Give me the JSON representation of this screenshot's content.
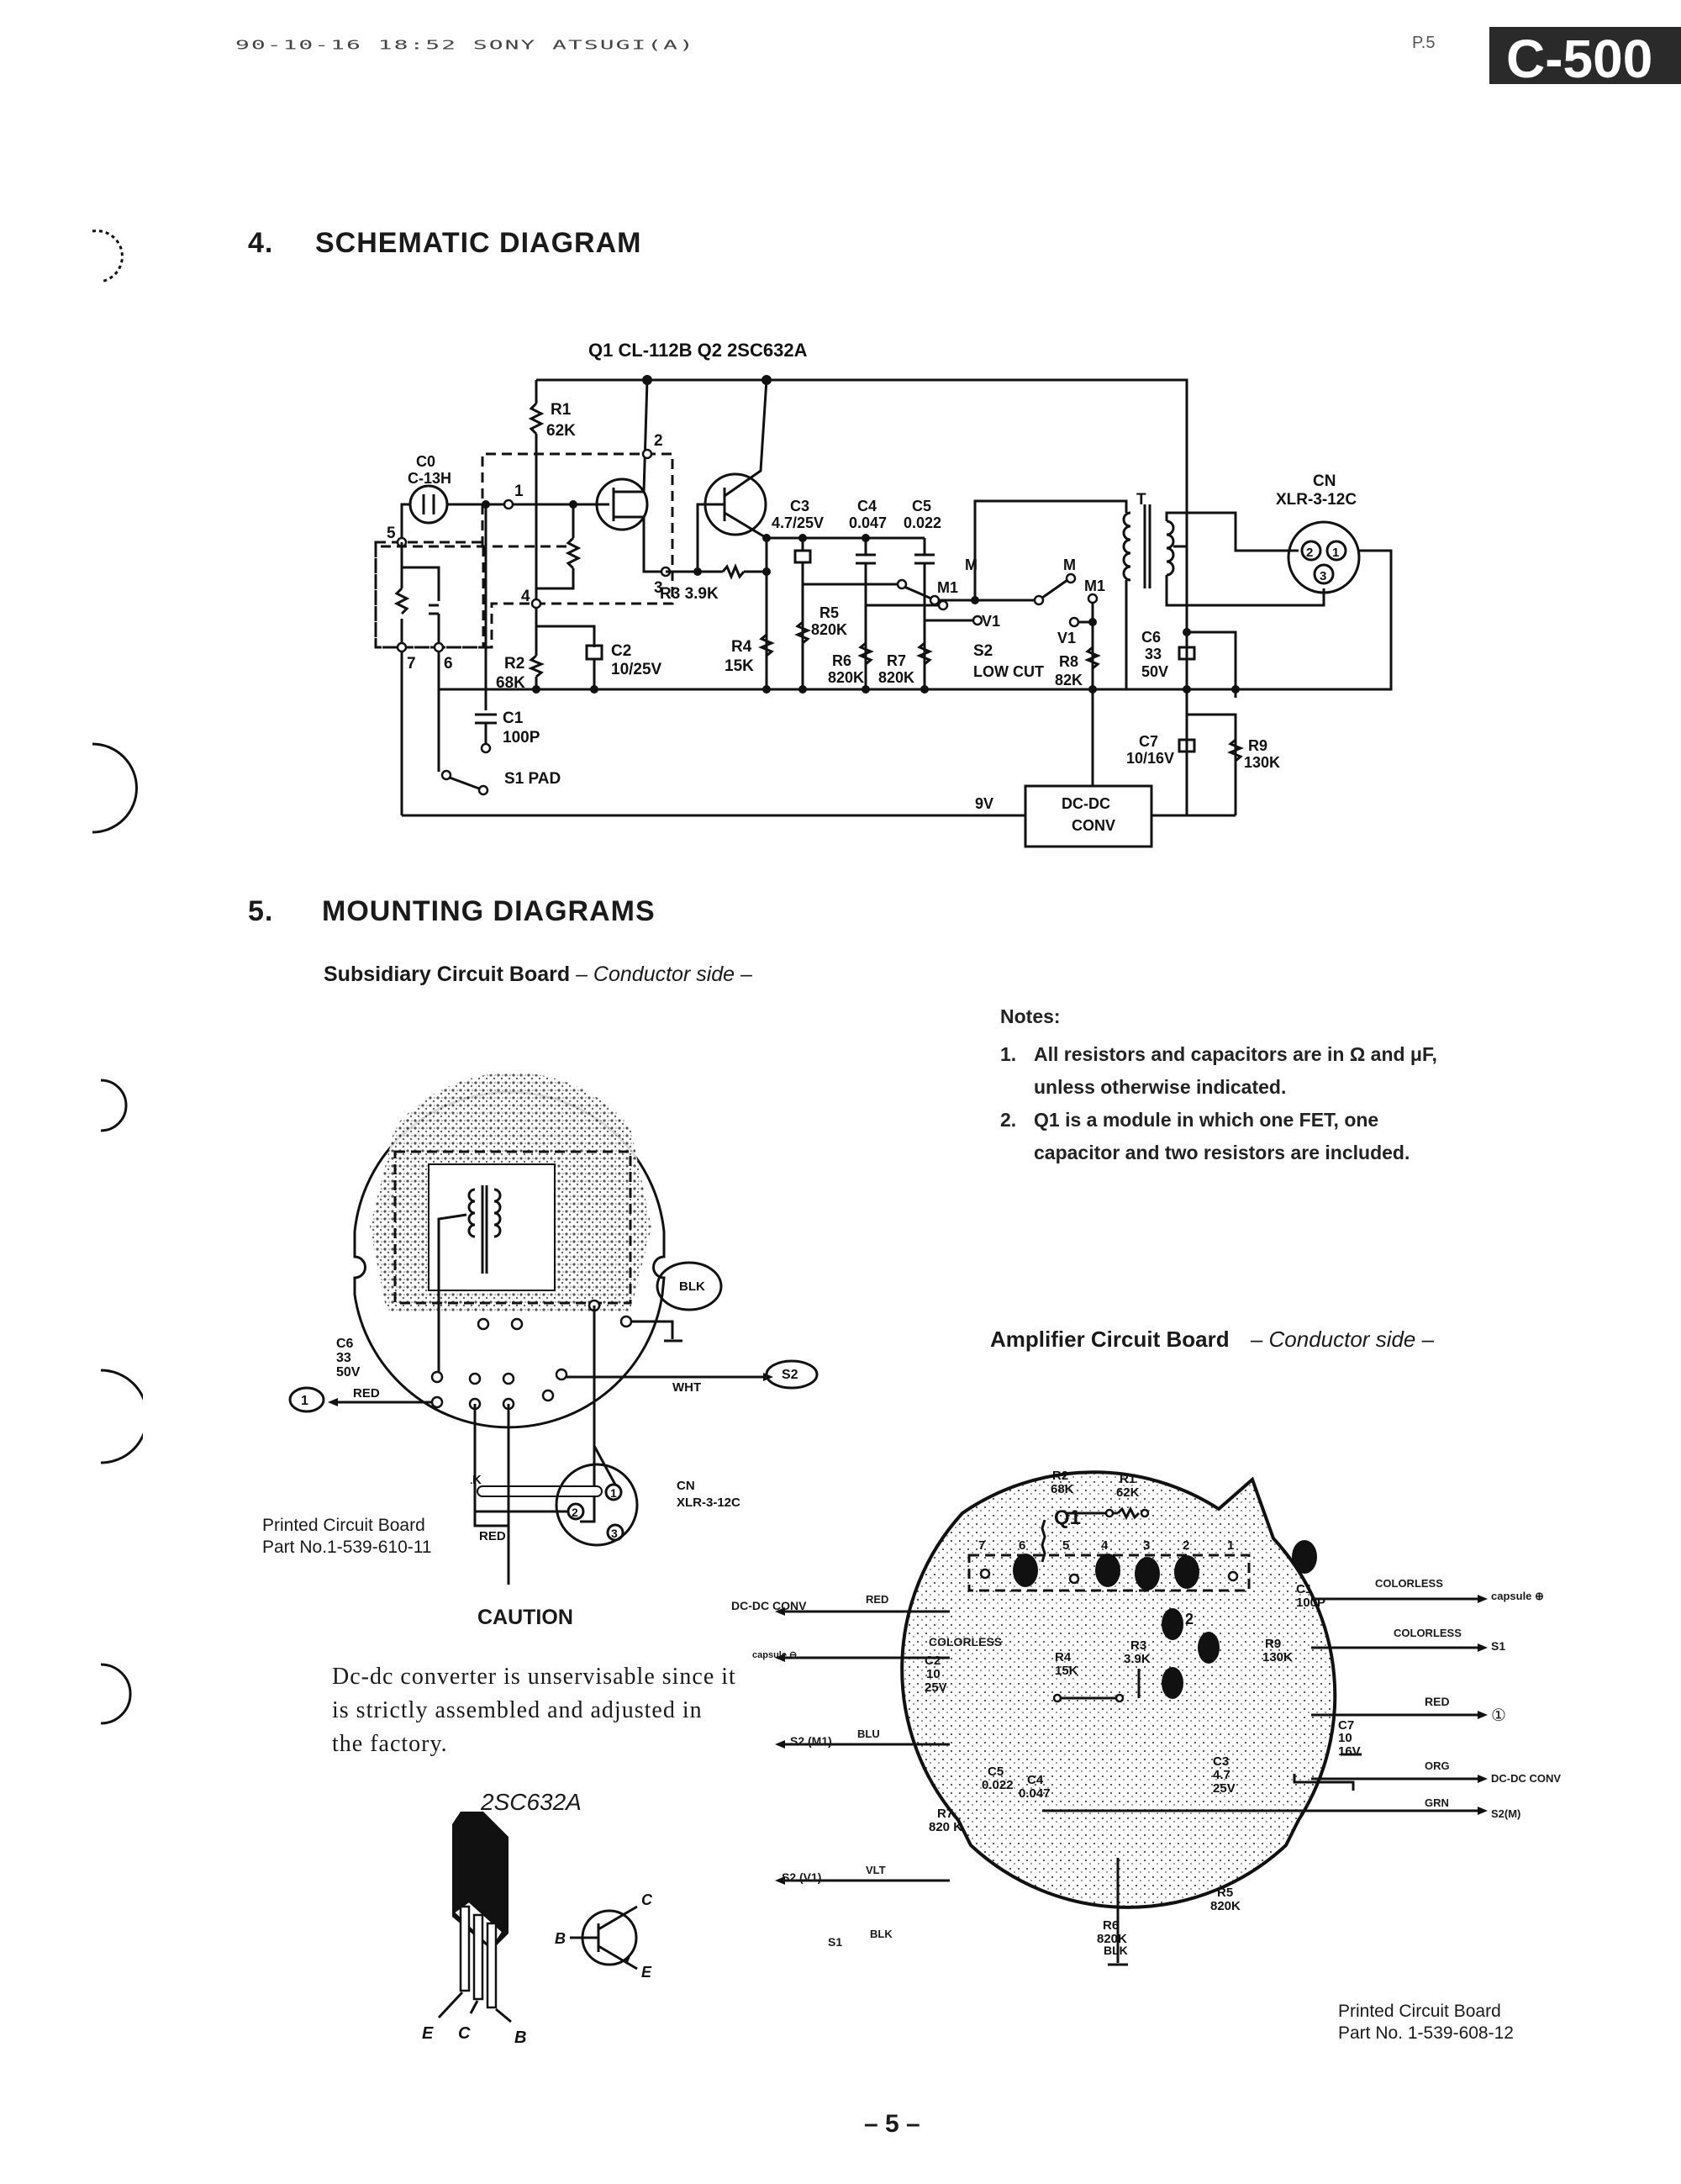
{
  "header": {
    "fax_line": "90-10-16 18:52 SONY ATSUGI(A)",
    "page_ref": "P.5",
    "model_tab": "C-500"
  },
  "schematic": {
    "section_number": "4.",
    "section_title": "SCHEMATIC DIAGRAM",
    "transistor_note": "Q1 CL-112B  Q2 2SC632A",
    "labels": {
      "c0": "C0",
      "c0_val": "C-13H",
      "r1": "R1",
      "r1_val": "62K",
      "r2": "R2",
      "r2_val": "68K",
      "r3": "R3 3.9K",
      "r4": "R4",
      "r4_val": "15K",
      "r5": "R5",
      "r5_val": "820K",
      "r6": "R6",
      "r6_val": "820K",
      "r7": "R7",
      "r7_val": "820K",
      "r8": "R8",
      "r8_val": "82K",
      "r9": "R9",
      "r9_val": "130K",
      "c1": "C1",
      "c1_val": "100P",
      "c2": "C2",
      "c2_val": "10/25V",
      "c3": "C3",
      "c3_val": "4.7/25V",
      "c4": "C4",
      "c4_val": "0.047",
      "c5": "C5",
      "c5_val": "0.022",
      "c6": "C6",
      "c6_val": "33",
      "c6_v": "50V",
      "c7": "C7",
      "c7_val": "10/16V",
      "s1": "S1 PAD",
      "s2": "S2",
      "s2_name": "LOW CUT",
      "sw_m": "M",
      "sw_m1": "M1",
      "sw_v1": "V1",
      "transformer": "T",
      "cn": "CN",
      "cn_part": "XLR-3-12C",
      "nine_v": "9V",
      "dcdc1": "DC-DC",
      "dcdc2": "CONV",
      "pins": [
        "1",
        "2",
        "3",
        "4",
        "5",
        "6",
        "7"
      ],
      "xlr_pins": [
        "1",
        "2",
        "3"
      ]
    }
  },
  "mounting": {
    "section_number": "5.",
    "section_title": "MOUNTING DIAGRAMS",
    "subsidiary": {
      "title": "Subsidiary Circuit Board",
      "subtitle": "– Conductor side –",
      "labels": {
        "c6": "C6",
        "c6_val": "33",
        "c6_v": "50V",
        "red": "RED",
        "blk": "BLK",
        "wht": "WHT",
        "s2": "S2",
        "pin1": "1",
        "blk2": "BLK",
        "red2": "RED",
        "cn": "CN",
        "cn_part": "XLR-3-12C",
        "xlr_pins": [
          "1",
          "2",
          "3"
        ]
      },
      "pcb_line1": "Printed Circuit Board",
      "pcb_line2": "Part No.1-539-610-11"
    },
    "notes": {
      "title": "Notes:",
      "items": [
        {
          "num": "1.",
          "line1": "All resistors and capacitors are in Ω and μF,",
          "line2": "unless otherwise indicated."
        },
        {
          "num": "2.",
          "line1": "Q1 is a module in which one FET, one",
          "line2": "capacitor and two resistors are included."
        }
      ]
    },
    "caution": {
      "title": "CAUTION",
      "lines": [
        "Dc-dc converter is unservisable since it",
        "is strictly assembled and adjusted in",
        "the factory."
      ]
    },
    "transistor": {
      "name": "2SC632A",
      "pins": [
        "E",
        "C",
        "B"
      ],
      "symbol_pins": [
        "B",
        "C",
        "E"
      ]
    },
    "amplifier": {
      "title": "Amplifier Circuit Board",
      "subtitle": "– Conductor side –",
      "labels": {
        "q1": "Q1",
        "q2": "2",
        "r1": "R1",
        "r1_val": "62K",
        "r2": "R2",
        "r2_val": "68K",
        "r3": "R3",
        "r3_val": "3.9K",
        "r4": "R4",
        "r4_val": "15K",
        "r5": "R5",
        "r5_val": "820K",
        "r6": "R6",
        "r6_val": "820K",
        "r7": "R7",
        "r7_val": "820 K",
        "r9": "R9",
        "r9_val": "130K",
        "c1": "C1",
        "c1_val": "100P",
        "c2": "C2",
        "c2_val": "10",
        "c2_v": "25V",
        "c3": "C3",
        "c3_val": "4.7",
        "c3_v": "25V",
        "c4": "C4",
        "c4_val": "0.047",
        "c5": "C5",
        "c5_val": "0.022",
        "c7": "C7",
        "c7_val": "10",
        "c7_v": "16V",
        "pins": [
          "7",
          "6",
          "5",
          "4",
          "3",
          "2",
          "1"
        ],
        "blk_ground": "BLK"
      },
      "wires_left": [
        {
          "dest": "DC-DC CONV",
          "color": "RED"
        },
        {
          "dest": "capsule ⊖",
          "color": "COLORLESS"
        },
        {
          "dest": "S2 (M1)",
          "color": "BLU"
        },
        {
          "dest": "S2 (V1)",
          "color": "VLT"
        },
        {
          "dest": "S1",
          "color": "BLK"
        }
      ],
      "wires_right": [
        {
          "dest": "capsule ⊕",
          "color": "COLORLESS"
        },
        {
          "dest": "S1",
          "color": "COLORLESS"
        },
        {
          "dest": "①",
          "color": "RED"
        },
        {
          "dest": "DC-DC CONV",
          "color": "ORG"
        },
        {
          "dest": "S2(M)",
          "color": "GRN"
        }
      ],
      "pcb_line1": "Printed Circuit Board",
      "pcb_line2": "Part No. 1-539-608-12"
    }
  },
  "footer": {
    "page_number": "– 5 –"
  }
}
